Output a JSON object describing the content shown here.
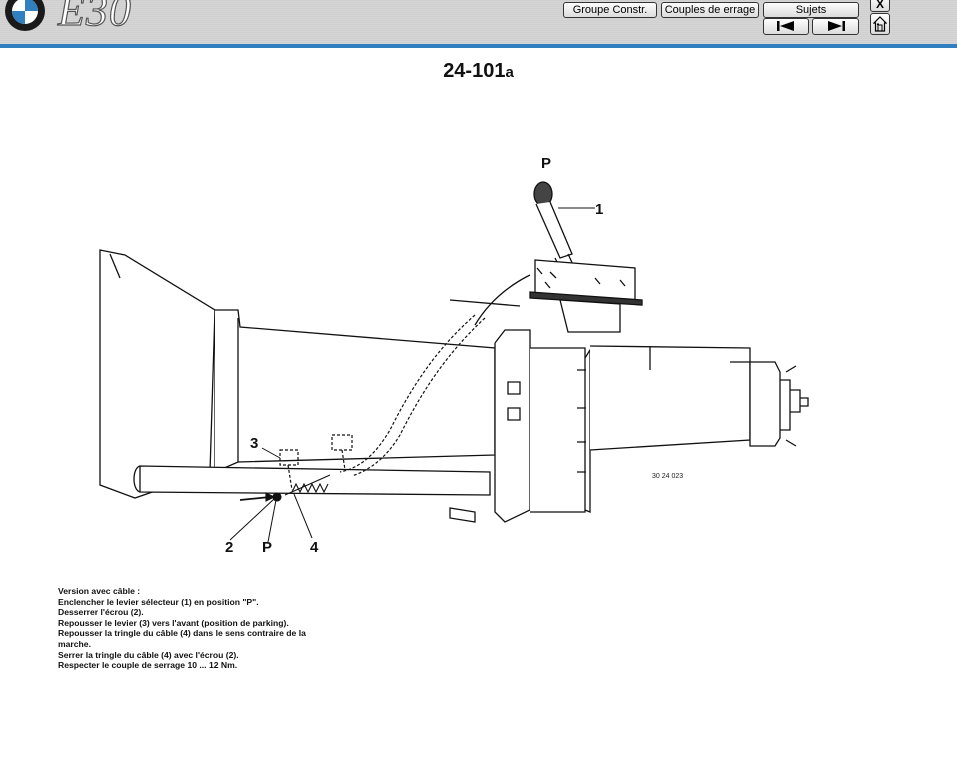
{
  "toolbar": {
    "model": "E30",
    "buttons": {
      "groupe": "Groupe Constr.",
      "couples": "Couples de errage",
      "sujets": "Sujets",
      "close": "X"
    },
    "icons": [
      "bmw-logo-icon",
      "first-page-icon",
      "next-page-icon",
      "close-icon",
      "home-icon"
    ],
    "accent_color": "#2f7fc1"
  },
  "page": {
    "number": "24-101",
    "suffix": "a"
  },
  "diagram": {
    "callouts": {
      "p_top": "P",
      "one": "1",
      "three": "3",
      "two": "2",
      "p_bottom": "P",
      "four": "4"
    },
    "ref_code": "30 24 023"
  },
  "instructions": [
    "Version avec câble :",
    "Enclencher le levier sélecteur (1) en position \"P\".",
    "Desserrer l'écrou (2).",
    "Repousser le levier (3) vers l'avant (position de parking).",
    "Repousser la tringle du câble (4) dans le sens contraire de la marche.",
    "Serrer la tringle du câble (4) avec l'écrou (2).",
    "Respecter le couple de serrage 10 ... 12 Nm."
  ]
}
